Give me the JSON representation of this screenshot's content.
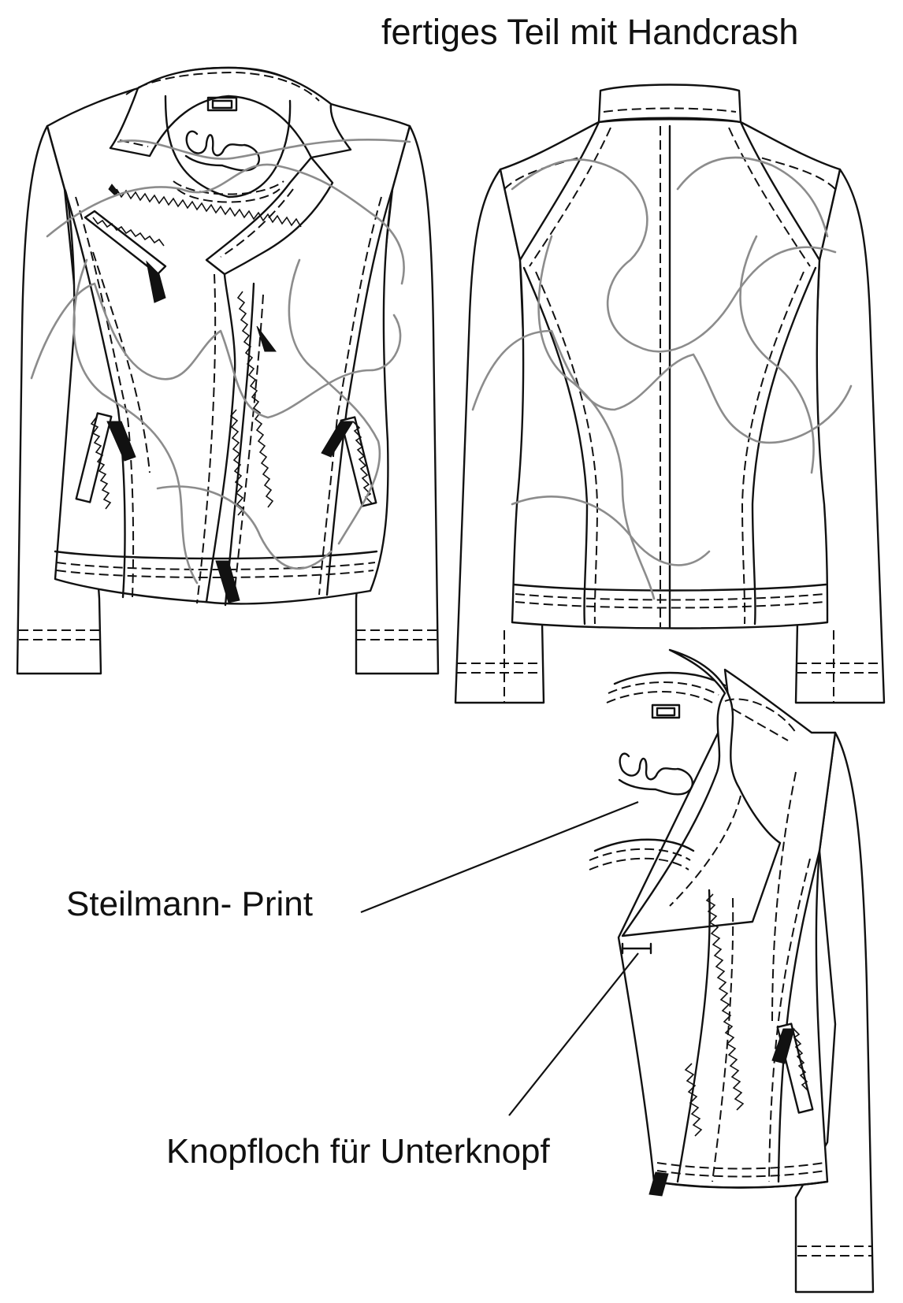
{
  "labels": {
    "title": "fertiges Teil mit Handcrash",
    "print": "Steilmann- Print",
    "button": "Knopfloch für Unterknopf"
  },
  "colors": {
    "line": "#111111",
    "crash": "#8c8c8c",
    "background": "#ffffff"
  }
}
